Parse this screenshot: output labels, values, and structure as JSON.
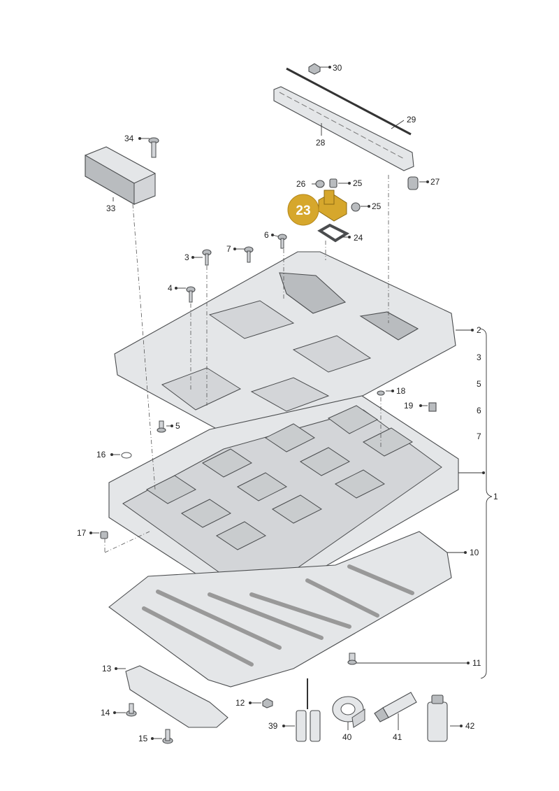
{
  "diagram": {
    "highlight": {
      "label": "23",
      "color": "#d6a72c"
    },
    "labels": [
      "30",
      "29",
      "28",
      "26",
      "25",
      "25",
      "27",
      "34",
      "33",
      "24",
      "6",
      "7",
      "3",
      "4",
      "2",
      "3",
      "5",
      "6",
      "7",
      "18",
      "19",
      "5",
      "16",
      "1",
      "17",
      "10",
      "11",
      "13",
      "12",
      "14",
      "15",
      "39",
      "40",
      "41",
      "42"
    ],
    "colors": {
      "part": "#e4e6e8",
      "outline": "#4a4c4e",
      "highlight": "#d6a72c"
    }
  }
}
